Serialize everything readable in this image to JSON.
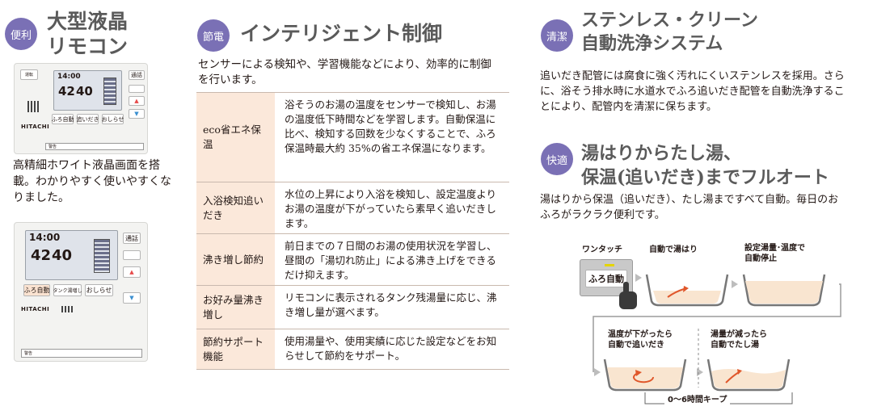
{
  "col1": {
    "badge": "便利",
    "title_line1": "大型液晶",
    "title_line2": "リモコン",
    "desc": "高精細ホワイト液晶画面を搭載。わかりやすく使いやすくなりました。",
    "remote1": {
      "time": "14:00",
      "temp1": "42",
      "temp2": "40",
      "btn_bath": "ふろ自動",
      "btn_reheat": "追いだき",
      "btn_notice": "おしらせ",
      "btn_call": "通話",
      "logo": "HITACHI",
      "warning": "警告"
    },
    "remote2": {
      "time": "14:00",
      "temp1": "42",
      "temp2": "40",
      "btn_bath": "ふろ自動",
      "btn_hot": "タンク湯増し",
      "btn_notice": "おしらせ",
      "btn_call": "通話",
      "logo": "HITACHI",
      "warning": "警告"
    }
  },
  "col2": {
    "badge": "節電",
    "title": "インテリジェント制御",
    "intro": "センサーによる検知や、学習機能などにより、効率的に制御を行います。",
    "rows": [
      {
        "name": "eco省エネ保温",
        "desc": "浴そうのお湯の温度をセンサーで検知し、お湯の温度低下時間などを学習します。自動保温に比べ、検知する回数を少なくすることで、ふろ保温時最大約 35%の省エネ保温になります。"
      },
      {
        "name": "入浴検知追いだき",
        "desc": "水位の上昇により入浴を検知し、設定温度よりお湯の温度が下がっていたら素早く追いだきします。"
      },
      {
        "name": "沸き増し節約",
        "desc": "前日までの７日間のお湯の使用状況を学習し、昼間の「湯切れ防止」による沸き上げをできるだけ抑えます。"
      },
      {
        "name": "お好み量沸き増し",
        "desc": "リモコンに表示されるタンク残湯量に応じ、沸き増し量が選べます。"
      },
      {
        "name": "節約サポート機能",
        "desc": "使用湯量や、使用実績に応じた設定などをお知らせして節約をサポート。"
      }
    ]
  },
  "col3": {
    "badge1": "清潔",
    "title1_line1": "ステンレス・クリーン",
    "title1_line2": "自動洗浄システム",
    "desc1": "追いだき配管には腐食に強く汚れにくいステンレスを採用。さらに、浴そう排水時に水道水でふろ追いだき配管を自動洗浄することにより、配管内を清潔に保ちます。",
    "badge2": "快適",
    "title2_line1": "湯はりからたし湯、",
    "title2_line2": "保温(追いだき)までフルオート",
    "desc2": "湯はりから保温（追いだき）、たし湯まですべて自動。毎日のおふろがラクラク便利です。",
    "diagram": {
      "step0": "ワンタッチ",
      "button": "ふろ自動",
      "step1": "自動で湯はり",
      "step2_line1": "設定湯量･温度で",
      "step2_line2": "自動停止",
      "step3_line1": "温度が下がったら",
      "step3_line2": "自動で追いだき",
      "step4_line1": "湯量が減ったら",
      "step4_line2": "自動でたし湯",
      "keep": "0〜6時間キープ"
    }
  },
  "colors": {
    "badge": "#7a70b5",
    "table_head": "#fbe8da",
    "arrow": "#e0572b",
    "water": "#f9e5d0"
  }
}
